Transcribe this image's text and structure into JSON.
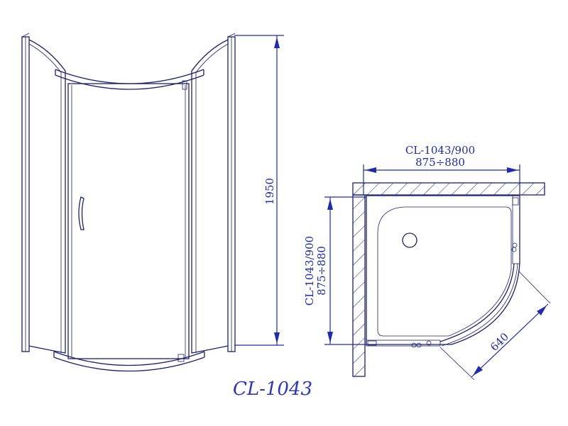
{
  "front_view": {
    "height_label": "1950"
  },
  "plan_view": {
    "width_model_label": "CL-1043/900",
    "width_range_label": "875÷880",
    "depth_model_label": "CL-1043/900",
    "depth_range_label": "875÷880",
    "door_width_label": "640"
  },
  "model_name": "CL-1043",
  "colors": {
    "line": "#1c2170",
    "dimension": "#1d2bb0",
    "model_text": "#2a34c8"
  }
}
